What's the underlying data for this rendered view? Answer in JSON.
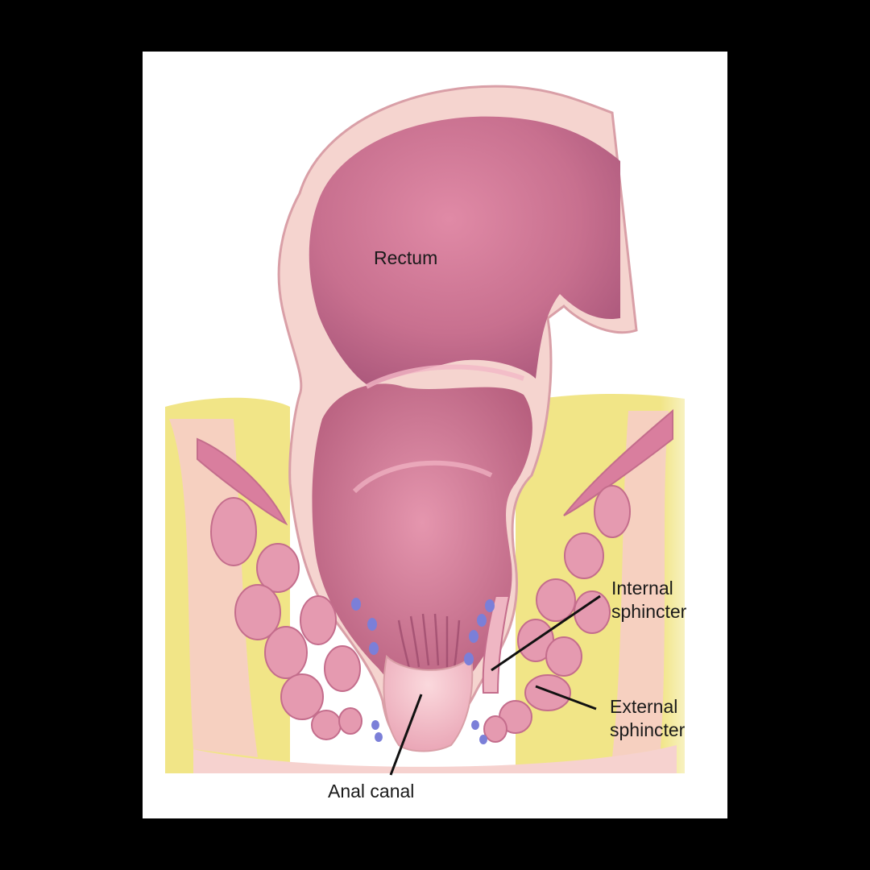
{
  "labels": {
    "rectum": "Rectum",
    "internal_sphincter": [
      "Internal",
      "sphincter"
    ],
    "external_sphincter": [
      "External",
      "sphincter"
    ],
    "anal_canal": "Anal canal"
  },
  "colors": {
    "background": "#000000",
    "panel": "#ffffff",
    "fat": "#efe27a",
    "tissue": "#f7cdca",
    "wall": "#f5d4cf",
    "lumen": "#c8708f",
    "muscle": "#e59ab0",
    "vessel": "#7b7fd8",
    "leader": "#111111"
  }
}
